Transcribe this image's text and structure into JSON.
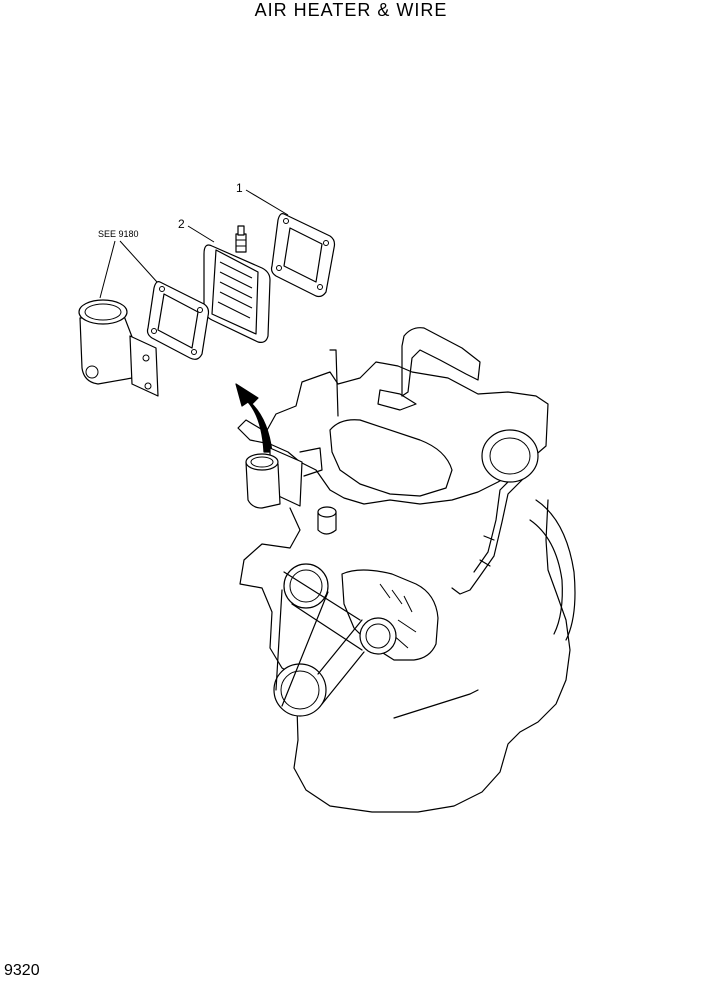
{
  "title": "AIR HEATER & WIRE",
  "page_code": "9320",
  "callouts": [
    {
      "label": "1"
    },
    {
      "label": "2"
    }
  ],
  "reference_note": "SEE 9180"
}
